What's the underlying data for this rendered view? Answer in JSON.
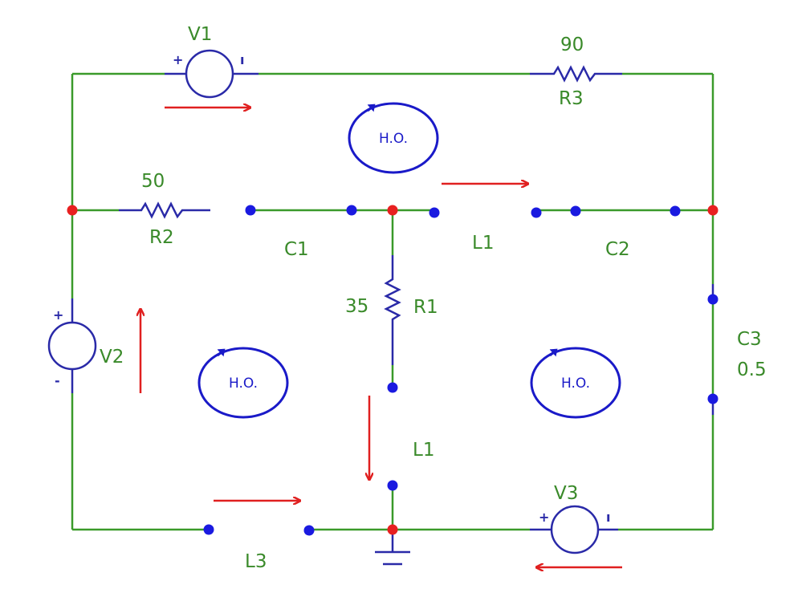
{
  "labels": {
    "v1": "V1",
    "v2": "V2",
    "v3": "V3",
    "r1": "R1",
    "r1_value": "35",
    "r2": "R2",
    "r2_value": "50",
    "r3": "R3",
    "r3_value": "90",
    "c1": "C1",
    "c2": "C2",
    "c3": "C3",
    "c3_value": "0.5",
    "l1_top": "L1",
    "l1_mid": "L1",
    "l3": "L3"
  },
  "polarity": {
    "plus": "+",
    "minus": "-",
    "v1_right": "ı",
    "v3_right": "ı"
  },
  "loops": {
    "top": "H.O.",
    "left": "H.O.",
    "right": "H.O."
  },
  "colors": {
    "wire": "#3a9a2a",
    "component": "#2a2aa8",
    "arrow": "#e02020",
    "node_red": "#e82020",
    "node_blue": "#1a1ae0"
  }
}
